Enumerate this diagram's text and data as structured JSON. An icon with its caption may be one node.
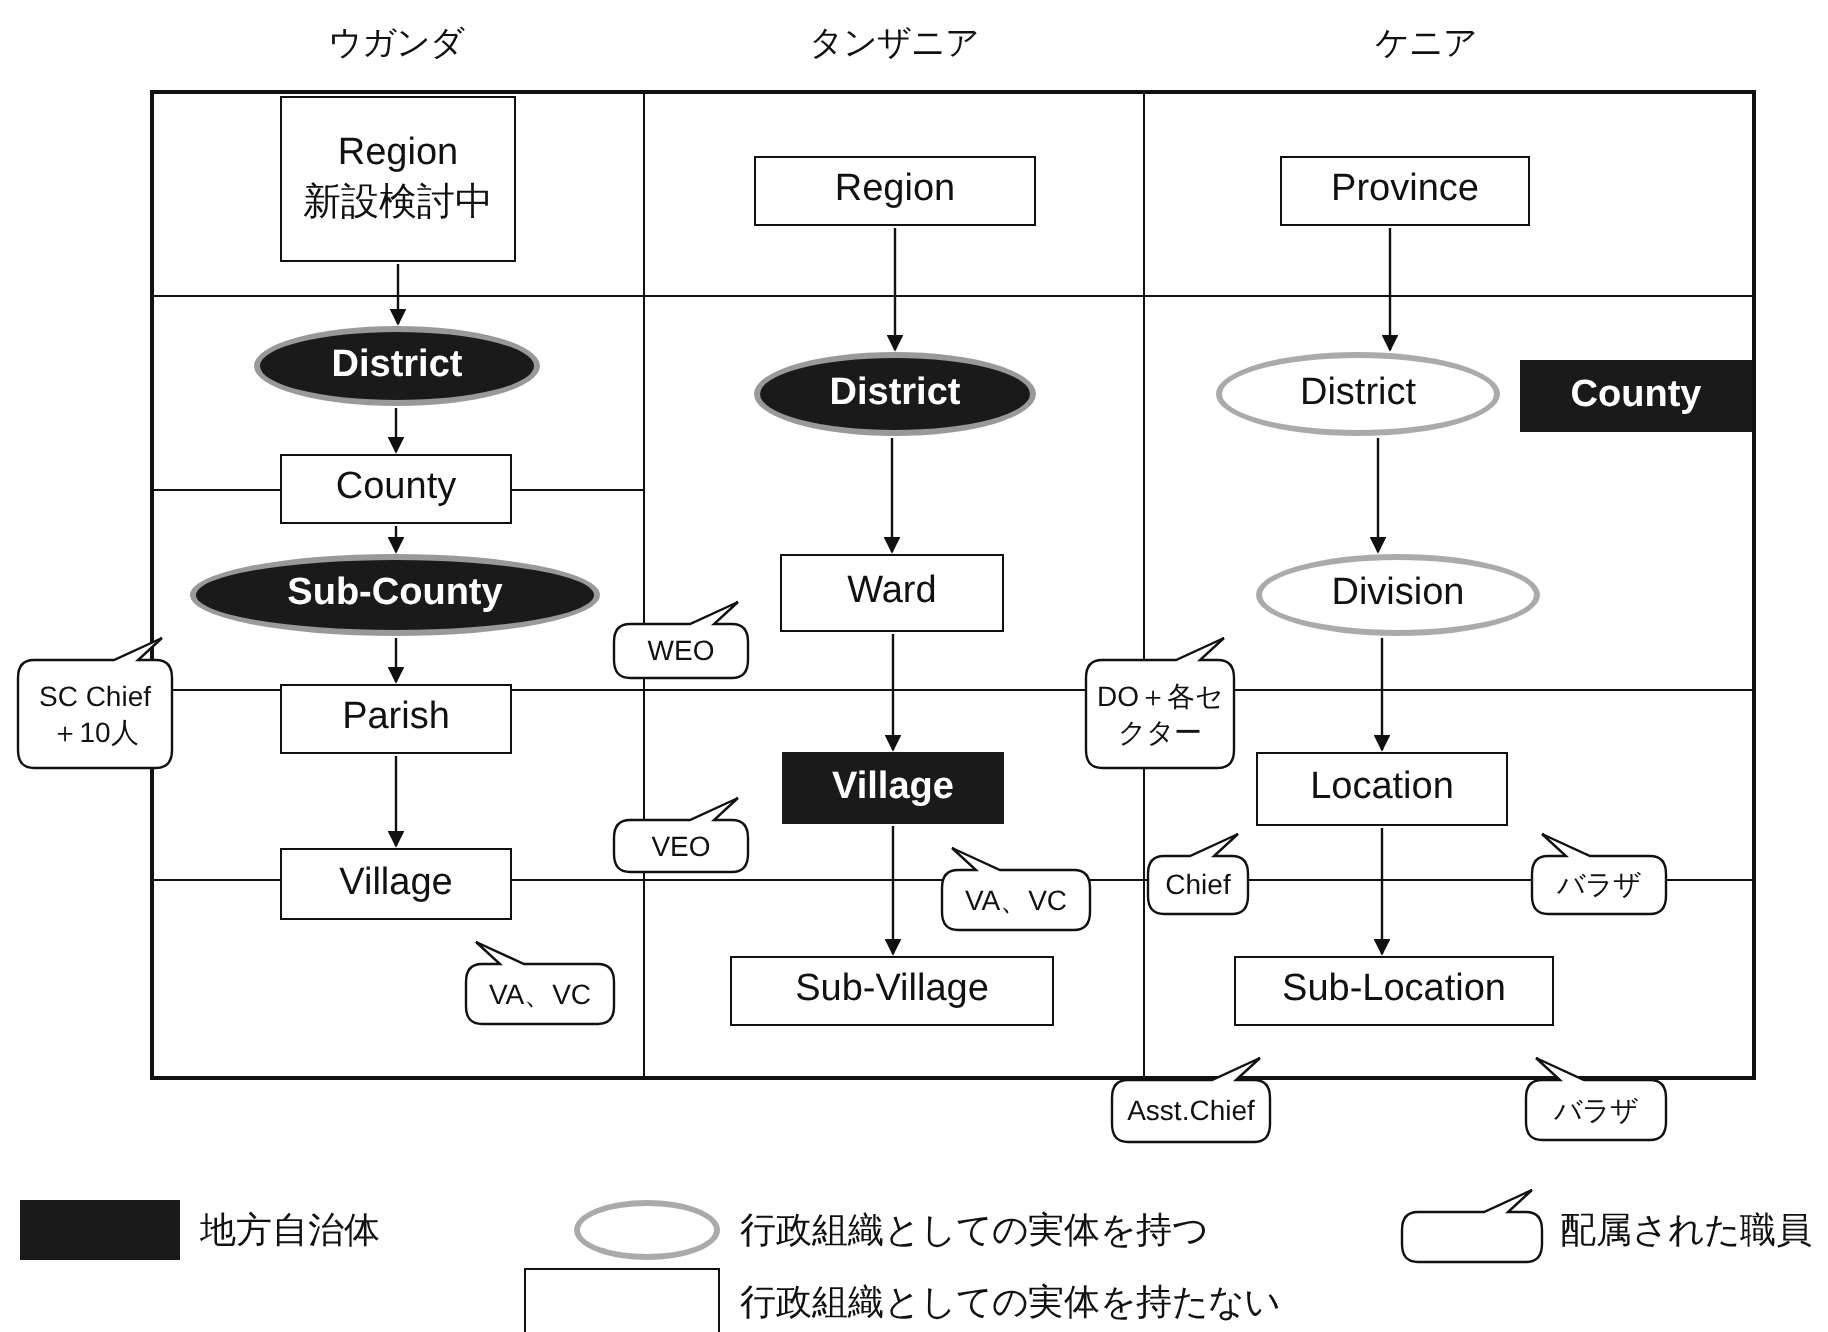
{
  "diagram": {
    "nodes": [
      {
        "text": [
          "Region 新設検討中"
        ]
      },
      {
        "text": [
          "District"
        ]
      },
      {
        "text": [
          "County"
        ]
      },
      {
        "text": [
          "Sub-County"
        ]
      },
      {
        "text": [
          "Parish"
        ]
      },
      {
        "text": [
          "Village"
        ]
      },
      {
        "text": [
          "Region"
        ]
      },
      {
        "text": [
          "District"
        ]
      },
      {
        "text": [
          "Ward"
        ]
      },
      {
        "text": [
          "Village"
        ]
      },
      {
        "text": [
          "Sub-Village"
        ]
      },
      {
        "text": [
          "Province"
        ]
      },
      {
        "text": [
          "District"
        ]
      },
      {
        "text": [
          "County"
        ]
      },
      {
        "text": [
          "Division"
        ]
      },
      {
        "text": [
          "Location"
        ]
      },
      {
        "text": [
          "Sub-Location"
        ]
      },
      {
        "text": [
          "WEO"
        ]
      },
      {
        "text": [
          "SC Chief ＋10人"
        ]
      },
      {
        "text": [
          "DO＋各セクター"
        ]
      },
      {
        "text": [
          "VEO"
        ]
      },
      {
        "text": [
          "Chief"
        ]
      },
      {
        "text": [
          "バラザ"
        ]
      },
      {
        "text": [
          "VA、VC"
        ]
      },
      {
        "text": [
          "VA、VC"
        ]
      },
      {
        "text": [
          "Asst.Chief"
        ]
      },
      {
        "text": [
          "バラザ"
        ]
      }
    ],
    "edges": [
      {
        "from": 0,
        "to": 1,
        "arrow": "to"
      },
      {
        "from": 1,
        "to": 2,
        "arrow": "to"
      },
      {
        "from": 2,
        "to": 3,
        "arrow": "to"
      },
      {
        "from": 3,
        "to": 4,
        "arrow": "to"
      },
      {
        "from": 4,
        "to": 5,
        "arrow": "to"
      },
      {
        "from": 6,
        "to": 7,
        "arrow": "to"
      },
      {
        "from": 7,
        "to": 8,
        "arrow": "to"
      },
      {
        "from": 8,
        "to": 9,
        "arrow": "to"
      },
      {
        "from": 9,
        "to": 10,
        "arrow": "to"
      },
      {
        "from": 11,
        "to": 12,
        "arrow": "to"
      },
      {
        "from": 12,
        "to": 14,
        "arrow": "to"
      },
      {
        "from": 14,
        "to": 15,
        "arrow": "to"
      },
      {
        "from": 15,
        "to": 16,
        "arrow": "to"
      }
    ],
    "labels": [
      "ウガンダ",
      "タンザニア",
      "ケニア"
    ],
    "legend": [
      {
        "text": "地方自治体",
        "color": "#1a1a1a"
      },
      {
        "text": "行政組織としての実体を持つ"
      },
      {
        "text": "配属された職員"
      },
      {
        "text": "行政組織としての実体を持たない"
      }
    ]
  }
}
